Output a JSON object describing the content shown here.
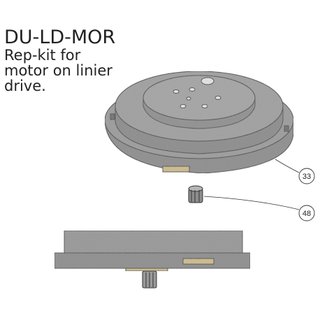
{
  "heading": {
    "part_number": "DU-LD-MOR",
    "description_lines": [
      "Rep-kit for",
      "motor on linier",
      "drive."
    ]
  },
  "callouts": [
    {
      "label": "33"
    },
    {
      "label": "48"
    }
  ]
}
